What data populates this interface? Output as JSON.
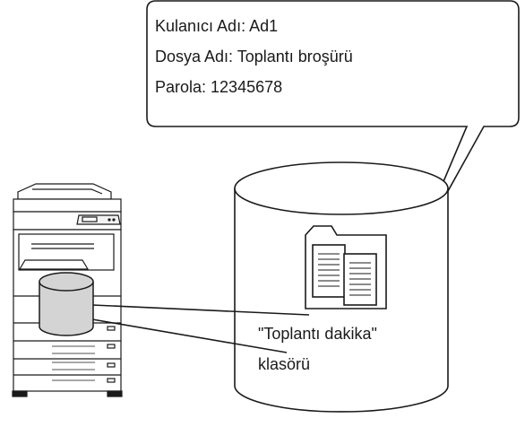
{
  "callout": {
    "username_line": "Kulanıcı Adı: Ad1",
    "filename_line": "Dosya Adı: Toplantı broşürü",
    "password_line": "Parola: 12345678"
  },
  "storage": {
    "folder_name_line": "\"Toplantı dakika\"",
    "folder_suffix_line": "klasörü"
  },
  "icons": {
    "device": "multifunction-printer-icon",
    "storage": "database-cylinder-icon",
    "folder": "folder-with-documents-icon"
  },
  "colors": {
    "stroke": "#1a1a1a",
    "storage_fill": "#d4d4d4",
    "background": "#ffffff"
  }
}
